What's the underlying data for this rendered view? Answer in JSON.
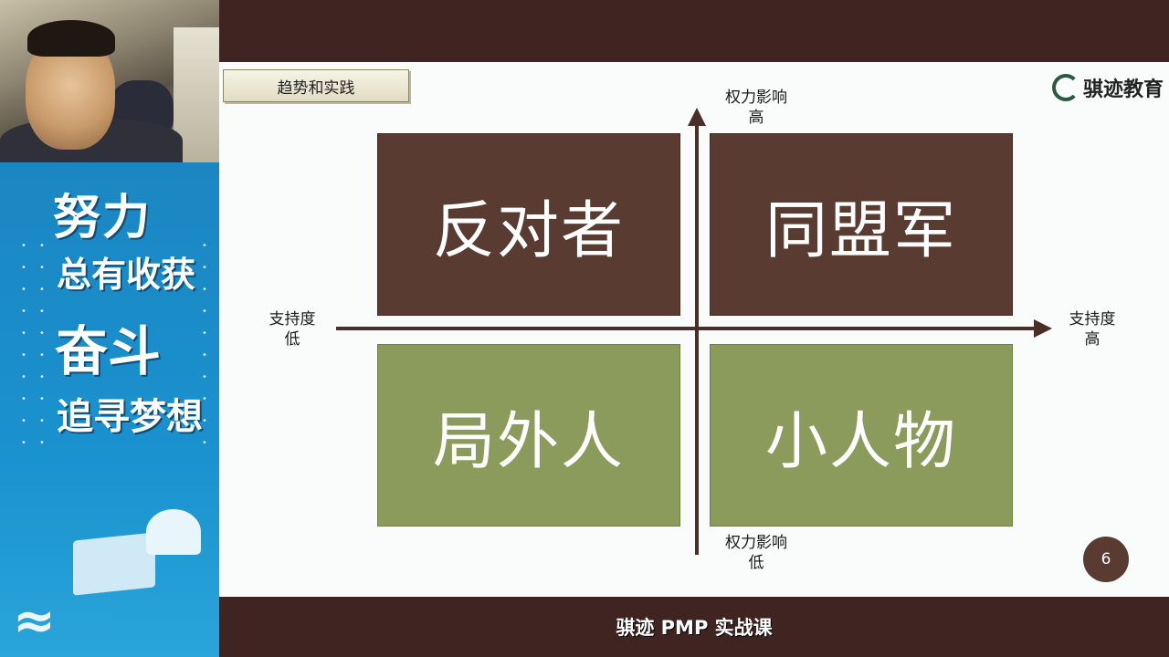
{
  "poster": {
    "line1": "努力",
    "line2": "总有收获",
    "line3": "奋斗",
    "line4": "追寻梦想"
  },
  "slide": {
    "section_title": "趋势和实践",
    "logo_text": "骐迹教育",
    "quadrants": {
      "top_left": "反对者",
      "top_right": "同盟军",
      "bottom_left": "局外人",
      "bottom_right": "小人物"
    },
    "axis": {
      "top_line1": "权力影响",
      "top_line2": "高",
      "bottom_line1": "权力影响",
      "bottom_line2": "低",
      "left_line1": "支持度",
      "left_line2": "低",
      "right_line1": "支持度",
      "right_line2": "高"
    },
    "page_number": "6"
  },
  "caption": "骐迹 PMP 实战课",
  "colors": {
    "quadrant_top": "#5a3b32",
    "quadrant_bottom": "#8a9b5b",
    "frame": "#3f2421",
    "poster_blue": "#1a92cf"
  }
}
